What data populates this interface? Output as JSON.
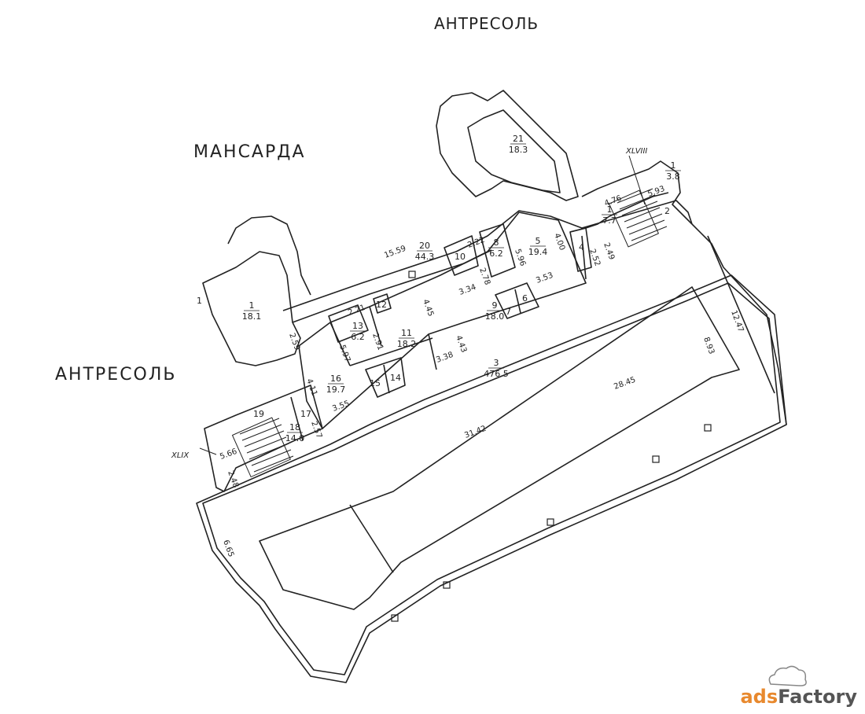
{
  "headings": {
    "top": "АНТРЕСОЛЬ",
    "mansarda": "МАНСАРДА",
    "left": "АНТРЕСОЛЬ"
  },
  "rooms": [
    {
      "id": "room-21",
      "num": "21",
      "area": "18.3"
    },
    {
      "id": "room-1-upper",
      "num": "1",
      "area": "3.8"
    },
    {
      "id": "room-1-mid",
      "num": "1",
      "area": "7.7"
    },
    {
      "id": "room-20",
      "num": "20",
      "area": "44.3"
    },
    {
      "id": "room-8",
      "num": "8",
      "area": "6.2"
    },
    {
      "id": "room-5",
      "num": "5",
      "area": "19.4"
    },
    {
      "id": "room-1-left",
      "num": "1",
      "area": "18.1"
    },
    {
      "id": "room-13",
      "num": "13",
      "area": "6.2"
    },
    {
      "id": "room-11",
      "num": "11",
      "area": "18.2"
    },
    {
      "id": "room-9",
      "num": "9",
      "area": "18.0"
    },
    {
      "id": "room-3",
      "num": "3",
      "area": "476.5"
    },
    {
      "id": "room-16",
      "num": "16",
      "area": "19.7"
    },
    {
      "id": "room-18",
      "num": "18",
      "area": "14.0"
    }
  ],
  "small_labels": {
    "r2": "2",
    "r4": "4",
    "r6": "6",
    "r7": "7",
    "r10": "10",
    "r12": "12",
    "r14": "14",
    "r15": "15",
    "r17": "17",
    "r19": "19",
    "r1_edge": "1"
  },
  "dimensions": {
    "d15_59": "15.59",
    "d2_22": "2.22",
    "d5_96": "5.96",
    "d4_00": "4.00",
    "d2_78": "2.78",
    "d4_76": "4.76",
    "d5_93": "5.93",
    "d2_49a": "2.49",
    "d2_52": "2.52",
    "d3_34": "3.34",
    "d3_53": "3.53",
    "d2_21": "2.21",
    "d2_91": "2.91",
    "d4_45": "4.45",
    "d2_59": "2.59",
    "d5_97": "5.97",
    "d4_43": "4.43",
    "d3_38": "3.38",
    "d4_11": "4.11",
    "d3_55": "3.55",
    "d2_57": "2.57",
    "d5_66": "5.66",
    "d2_48": "2.48",
    "d31_42": "31.42",
    "d28_45": "28.45",
    "d12_47": "12.47",
    "d8_93": "8.93",
    "d6_65": "6.65"
  },
  "axes": {
    "xlviii": "XLVIII",
    "xlix": "XLIX"
  },
  "watermark": {
    "ads": "ads",
    "factory": "Factory"
  },
  "colors": {
    "ink": "#222222",
    "paper": "#ffffff",
    "watermark_orange": "#e8892e",
    "watermark_gray": "#555555"
  }
}
